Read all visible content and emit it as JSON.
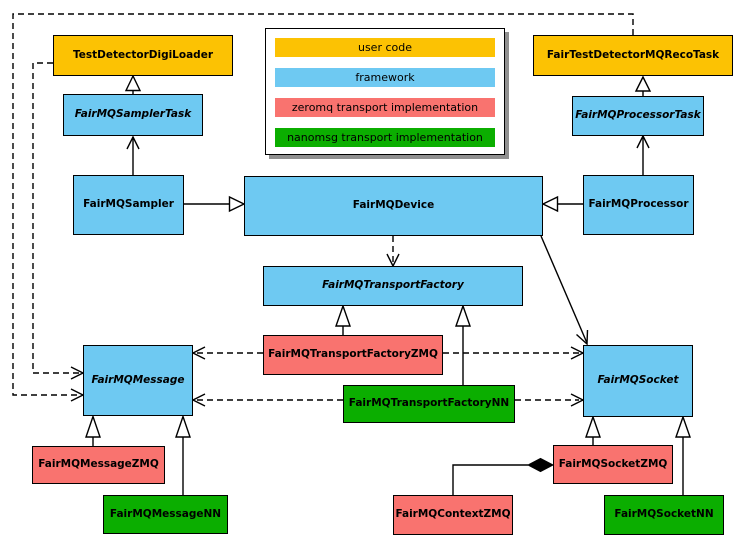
{
  "nodes": {
    "digiLoader": {
      "label": "TestDetectorDigiLoader",
      "category": "user code",
      "abstract": false
    },
    "recoTask": {
      "label": "FairTestDetectorMQRecoTask",
      "category": "user code",
      "abstract": false
    },
    "samplerTask": {
      "label": "FairMQSamplerTask",
      "category": "framework",
      "abstract": true
    },
    "processorTask": {
      "label": "FairMQProcessorTask",
      "category": "framework",
      "abstract": true
    },
    "sampler": {
      "label": "FairMQSampler",
      "category": "framework",
      "abstract": false
    },
    "device": {
      "label": "FairMQDevice",
      "category": "framework",
      "abstract": false
    },
    "processor": {
      "label": "FairMQProcessor",
      "category": "framework",
      "abstract": false
    },
    "transportFactory": {
      "label": "FairMQTransportFactory",
      "category": "framework",
      "abstract": true
    },
    "transportFactoryZMQ": {
      "label": "FairMQTransportFactoryZMQ",
      "category": "zeromq transport implementation",
      "abstract": false
    },
    "transportFactoryNN": {
      "label": "FairMQTransportFactoryNN",
      "category": "nanomsg transport implementation",
      "abstract": false
    },
    "message": {
      "label": "FairMQMessage",
      "category": "framework",
      "abstract": true
    },
    "socket": {
      "label": "FairMQSocket",
      "category": "framework",
      "abstract": true
    },
    "messageZMQ": {
      "label": "FairMQMessageZMQ",
      "category": "zeromq transport implementation",
      "abstract": false
    },
    "messageNN": {
      "label": "FairMQMessageNN",
      "category": "nanomsg transport implementation",
      "abstract": false
    },
    "socketZMQ": {
      "label": "FairMQSocketZMQ",
      "category": "zeromq transport implementation",
      "abstract": false
    },
    "socketNN": {
      "label": "FairMQSocketNN",
      "category": "nanomsg transport implementation",
      "abstract": false
    },
    "contextZMQ": {
      "label": "FairMQContextZMQ",
      "category": "zeromq transport implementation",
      "abstract": false
    }
  },
  "legend": {
    "items": [
      {
        "label": "user code",
        "color": "#FCC203"
      },
      {
        "label": "framework",
        "color": "#6EC9F2"
      },
      {
        "label": "zeromq transport implementation",
        "color": "#F9736F"
      },
      {
        "label": "nanomsg transport implementation",
        "color": "#0BAE00"
      }
    ]
  },
  "colors": {
    "border": "#000000",
    "background": "#FFFFFF",
    "legend_shadow": "#909090"
  },
  "edges": [
    {
      "source": "FairMQSamplerTask",
      "target": "TestDetectorDigiLoader",
      "kind": "inheritance",
      "line": "solid"
    },
    {
      "source": "FairMQProcessorTask",
      "target": "FairTestDetectorMQRecoTask",
      "kind": "inheritance",
      "line": "solid"
    },
    {
      "source": "FairMQSampler",
      "target": "FairMQSamplerTask",
      "kind": "association",
      "line": "solid"
    },
    {
      "source": "FairMQProcessor",
      "target": "FairMQProcessorTask",
      "kind": "association",
      "line": "solid"
    },
    {
      "source": "FairMQSampler",
      "target": "FairMQDevice",
      "kind": "inheritance",
      "line": "solid"
    },
    {
      "source": "FairMQProcessor",
      "target": "FairMQDevice",
      "kind": "inheritance",
      "line": "solid"
    },
    {
      "source": "FairMQDevice",
      "target": "FairMQTransportFactory",
      "kind": "dependency",
      "line": "dashed"
    },
    {
      "source": "FairMQDevice",
      "target": "FairMQSocket",
      "kind": "association",
      "line": "solid"
    },
    {
      "source": "FairMQTransportFactoryZMQ",
      "target": "FairMQTransportFactory",
      "kind": "inheritance",
      "line": "solid"
    },
    {
      "source": "FairMQTransportFactoryNN",
      "target": "FairMQTransportFactory",
      "kind": "inheritance",
      "line": "solid"
    },
    {
      "source": "FairMQTransportFactoryZMQ",
      "target": "FairMQMessage",
      "kind": "dependency",
      "line": "dashed"
    },
    {
      "source": "FairMQTransportFactoryZMQ",
      "target": "FairMQSocket",
      "kind": "dependency",
      "line": "dashed"
    },
    {
      "source": "FairMQTransportFactoryNN",
      "target": "FairMQMessage",
      "kind": "dependency",
      "line": "dashed"
    },
    {
      "source": "FairMQTransportFactoryNN",
      "target": "FairMQSocket",
      "kind": "dependency",
      "line": "dashed"
    },
    {
      "source": "FairMQMessageZMQ",
      "target": "FairMQMessage",
      "kind": "inheritance",
      "line": "solid"
    },
    {
      "source": "FairMQMessageNN",
      "target": "FairMQMessage",
      "kind": "inheritance",
      "line": "solid"
    },
    {
      "source": "FairMQSocketZMQ",
      "target": "FairMQSocket",
      "kind": "inheritance",
      "line": "solid"
    },
    {
      "source": "FairMQSocketNN",
      "target": "FairMQSocket",
      "kind": "inheritance",
      "line": "solid"
    },
    {
      "source": "TestDetectorDigiLoader",
      "target": "FairMQMessage",
      "kind": "dependency",
      "line": "dashed"
    },
    {
      "source": "FairTestDetectorMQRecoTask",
      "target": "FairMQMessage",
      "kind": "dependency",
      "line": "dashed"
    },
    {
      "source": "FairMQContextZMQ",
      "target": "FairMQSocketZMQ",
      "kind": "composition",
      "line": "solid"
    }
  ]
}
